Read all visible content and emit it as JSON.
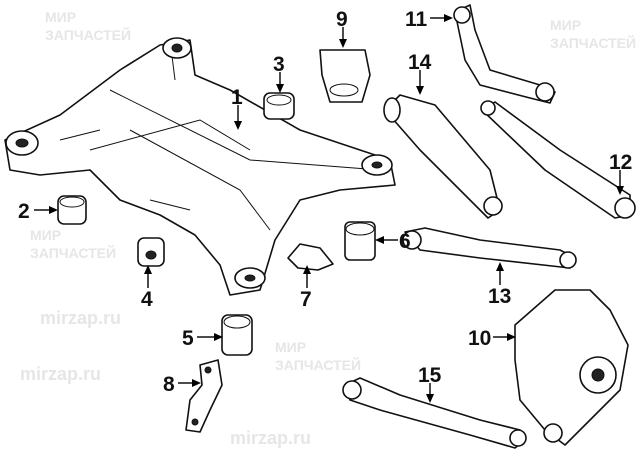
{
  "watermark": {
    "line1": "МИР",
    "line2": "ЗАПЧАСТЕЙ",
    "site": "mirzap.ru"
  },
  "callouts": [
    {
      "id": "1",
      "label": "1"
    },
    {
      "id": "2",
      "label": "2"
    },
    {
      "id": "3",
      "label": "3"
    },
    {
      "id": "4",
      "label": "4"
    },
    {
      "id": "5",
      "label": "5"
    },
    {
      "id": "6",
      "label": "6"
    },
    {
      "id": "7",
      "label": "7"
    },
    {
      "id": "8",
      "label": "8"
    },
    {
      "id": "9",
      "label": "9"
    },
    {
      "id": "10",
      "label": "10"
    },
    {
      "id": "11",
      "label": "11"
    },
    {
      "id": "12",
      "label": "12"
    },
    {
      "id": "13",
      "label": "13"
    },
    {
      "id": "14",
      "label": "14"
    },
    {
      "id": "15",
      "label": "15"
    }
  ]
}
